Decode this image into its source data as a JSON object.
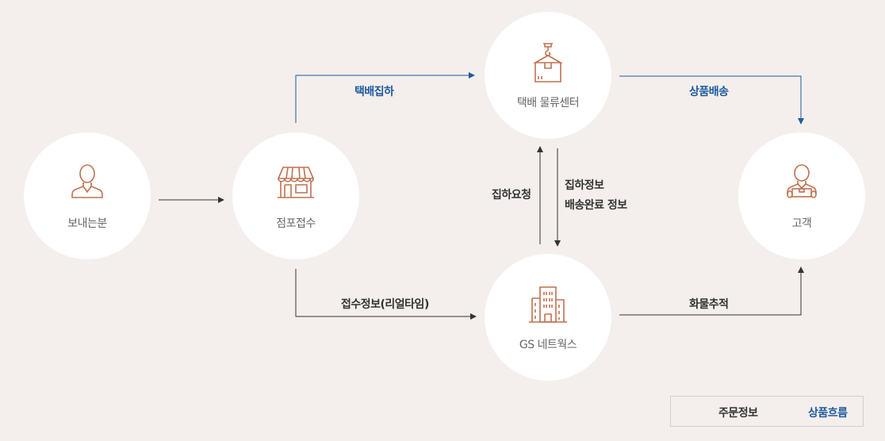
{
  "nodes": {
    "sender": "보내는분",
    "store": "점포접수",
    "courier_center": "택배 물류센터",
    "customer": "고객",
    "gs_networks": "GS 네트웍스"
  },
  "edges": {
    "courier_pickup": "택배집하",
    "product_delivery": "상품배송",
    "pickup_request": "집하요청",
    "pickup_info_line1": "집하정보",
    "pickup_info_line2": "배송완료 정보",
    "receipt_info_realtime": "접수정보(리얼타임)",
    "cargo_tracking": "화물추적"
  },
  "legend": {
    "order_info": "주문정보",
    "product_flow": "상품흐름"
  },
  "colors": {
    "black_arrow": "#333333",
    "blue_arrow": "#1e5aa0",
    "icon": "#c0714f",
    "background": "#f4efec",
    "node_fill": "#ffffff"
  }
}
